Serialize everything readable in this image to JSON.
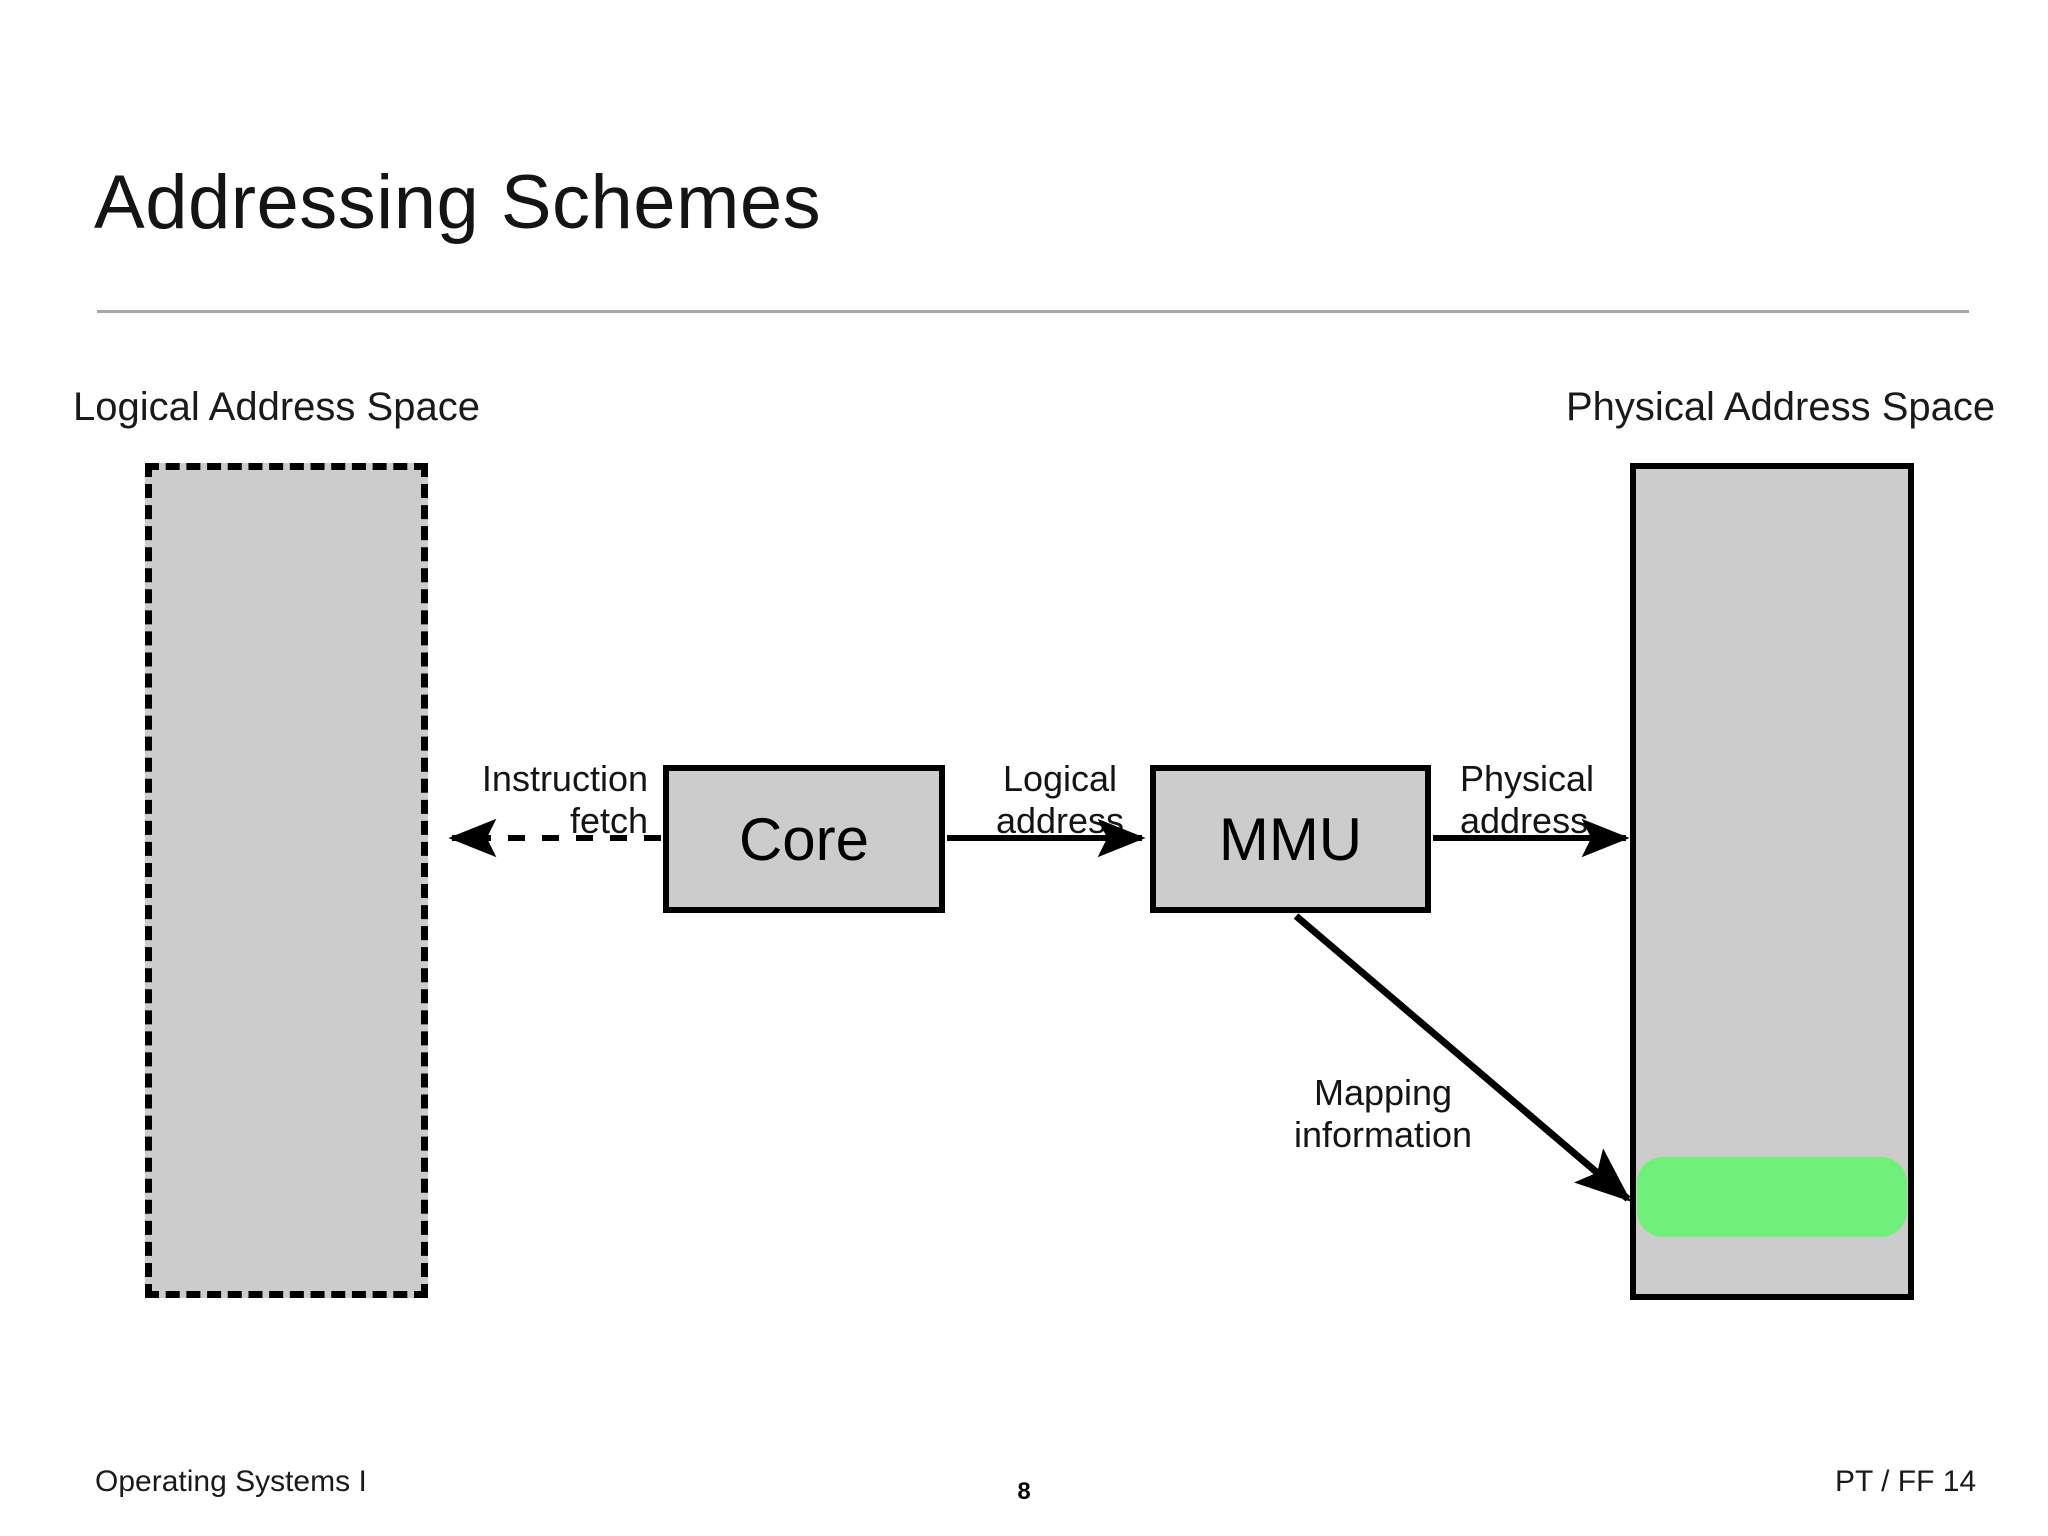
{
  "slide": {
    "title": "Addressing Schemes",
    "page_number": "8"
  },
  "diagram": {
    "logical_space_label": "Logical Address Space",
    "physical_space_label": "Physical Address Space",
    "units": {
      "core": "Core",
      "mmu": "MMU"
    },
    "edges": {
      "instruction_fetch_line1": "Instruction",
      "instruction_fetch_line2": "fetch",
      "logical_address_line1": "Logical",
      "logical_address_line2": "address",
      "physical_address_line1": "Physical",
      "physical_address_line2": "address",
      "mapping_info_line1": "Mapping",
      "mapping_info_line2": "information"
    },
    "colors": {
      "box_fill": "#cccccc",
      "frame_highlight": "#70f07a",
      "stroke": "#000000",
      "rule": "#a7a7a7"
    }
  },
  "footer": {
    "course": "Operating Systems I",
    "author": "PT / FF 14"
  }
}
